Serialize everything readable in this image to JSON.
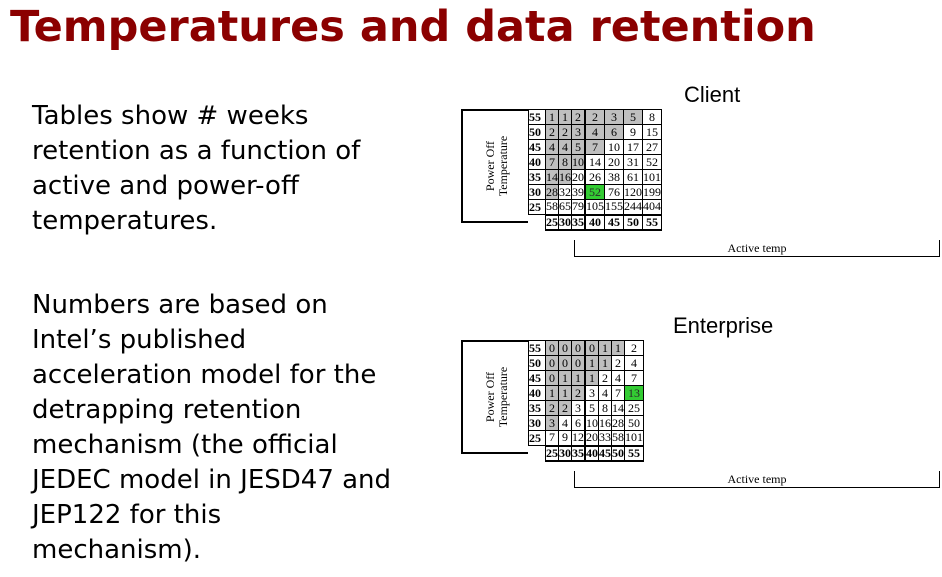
{
  "title": "Temperatures and data retention",
  "para1": "Tables show # weeks\nretention as a function of\nactive and power-off\ntemperatures.",
  "para2": "Numbers are based on\nIntel’s published\nacceleration model for the\ndetrapping retention\nmechanism (the official\nJEDEC model in JESD47 and\nJEP122 for this\nmechanism).",
  "tables": [
    {
      "name": "Client",
      "row_axis_label_line1": "Power Off",
      "row_axis_label_line2": "Temperature",
      "col_axis_label": "Active temp",
      "row_headers": [
        "55",
        "50",
        "45",
        "40",
        "35",
        "30",
        "25"
      ],
      "col_headers": [
        "25",
        "30",
        "35",
        "40",
        "45",
        "50",
        "55"
      ],
      "cells": [
        [
          "1",
          "1",
          "2",
          "2",
          "3",
          "5",
          "8"
        ],
        [
          "2",
          "2",
          "3",
          "4",
          "6",
          "9",
          "15"
        ],
        [
          "4",
          "4",
          "5",
          "7",
          "10",
          "17",
          "27"
        ],
        [
          "7",
          "8",
          "10",
          "14",
          "20",
          "31",
          "52"
        ],
        [
          "14",
          "16",
          "20",
          "26",
          "38",
          "61",
          "101"
        ],
        [
          "28",
          "32",
          "39",
          "52",
          "76",
          "120",
          "199"
        ],
        [
          "58",
          "65",
          "79",
          "105",
          "155",
          "244",
          "404"
        ]
      ],
      "shaded": [
        [
          1,
          1,
          1,
          1,
          1,
          1,
          0
        ],
        [
          1,
          1,
          1,
          1,
          1,
          0,
          0
        ],
        [
          1,
          1,
          1,
          1,
          0,
          0,
          0
        ],
        [
          1,
          1,
          1,
          0,
          0,
          0,
          0
        ],
        [
          1,
          1,
          0,
          0,
          0,
          0,
          0
        ],
        [
          1,
          0,
          0,
          0,
          0,
          0,
          0
        ],
        [
          0,
          0,
          0,
          0,
          0,
          0,
          0
        ]
      ],
      "highlight": [
        5,
        3
      ]
    },
    {
      "name": "Enterprise",
      "row_axis_label_line1": "Power Off",
      "row_axis_label_line2": "Temperature",
      "col_axis_label": "Active temp",
      "row_headers": [
        "55",
        "50",
        "45",
        "40",
        "35",
        "30",
        "25"
      ],
      "col_headers": [
        "25",
        "30",
        "35",
        "40",
        "45",
        "50",
        "55"
      ],
      "cells": [
        [
          "0",
          "0",
          "0",
          "0",
          "1",
          "1",
          "2"
        ],
        [
          "0",
          "0",
          "0",
          "1",
          "1",
          "2",
          "4"
        ],
        [
          "0",
          "1",
          "1",
          "1",
          "2",
          "4",
          "7"
        ],
        [
          "1",
          "1",
          "2",
          "3",
          "4",
          "7",
          "13"
        ],
        [
          "2",
          "2",
          "3",
          "5",
          "8",
          "14",
          "25"
        ],
        [
          "3",
          "4",
          "6",
          "10",
          "16",
          "28",
          "50"
        ],
        [
          "7",
          "9",
          "12",
          "20",
          "33",
          "58",
          "101"
        ]
      ],
      "shaded": [
        [
          1,
          1,
          1,
          1,
          1,
          1,
          0
        ],
        [
          1,
          1,
          1,
          1,
          1,
          0,
          0
        ],
        [
          1,
          1,
          1,
          1,
          0,
          0,
          0
        ],
        [
          1,
          1,
          1,
          0,
          0,
          0,
          0
        ],
        [
          1,
          1,
          0,
          0,
          0,
          0,
          0
        ],
        [
          1,
          0,
          0,
          0,
          0,
          0,
          0
        ],
        [
          0,
          0,
          0,
          0,
          0,
          0,
          0
        ]
      ],
      "highlight": [
        3,
        6
      ]
    }
  ],
  "colors": {
    "title": "#8b0000",
    "shaded_cell": "#bfbfbf",
    "highlight_cell": "#33cc33"
  }
}
